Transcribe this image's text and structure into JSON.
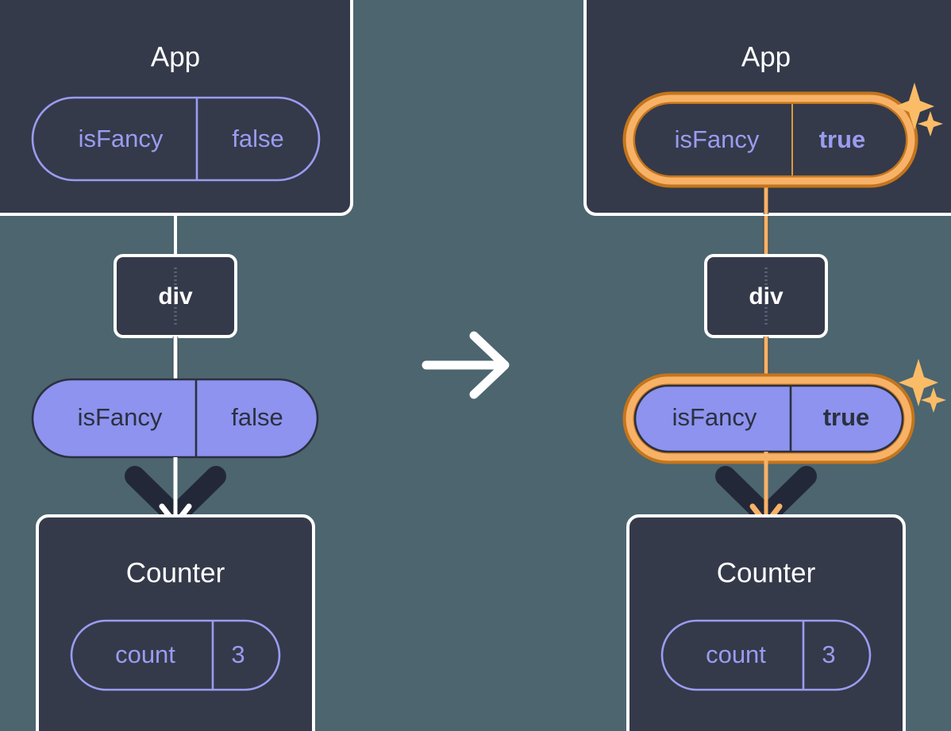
{
  "diagram": {
    "title": "React state update propagation: isFancy false to true",
    "type": "component-tree-transition",
    "background_color": "#4c656f",
    "palette": {
      "box_fill": "#343a4a",
      "box_border": "#ffffff",
      "pill_outline_stroke": "#9a9cf0",
      "pill_filled_fill": "#8d93ee",
      "pill_filled_text": "#2b3040",
      "highlight_outer": "#c4751c",
      "highlight_inner": "#f7b267",
      "sparkle": "#fbbc67",
      "edge_dark": "#232838",
      "edge_white": "#ffffff"
    },
    "transition_icon": "arrow-right-icon"
  },
  "left": {
    "app": {
      "title": "App",
      "state_pill": {
        "key": "isFancy",
        "value": "false",
        "style": "outline",
        "highlighted": false,
        "bold_value": false
      }
    },
    "div": {
      "label": "div"
    },
    "prop_pill": {
      "key": "isFancy",
      "value": "false",
      "style": "filled",
      "highlighted": false,
      "bold_value": false
    },
    "counter": {
      "title": "Counter",
      "state_pill": {
        "key": "count",
        "value": "3",
        "style": "outline",
        "highlighted": false,
        "bold_value": false
      }
    }
  },
  "right": {
    "app": {
      "title": "App",
      "state_pill": {
        "key": "isFancy",
        "value": "true",
        "style": "outline",
        "highlighted": true,
        "bold_value": true
      },
      "sparkle_icon": "sparkles-icon"
    },
    "div": {
      "label": "div"
    },
    "prop_pill": {
      "key": "isFancy",
      "value": "true",
      "style": "filled",
      "highlighted": true,
      "bold_value": true,
      "sparkle_icon": "sparkles-icon"
    },
    "counter": {
      "title": "Counter",
      "state_pill": {
        "key": "count",
        "value": "3",
        "style": "outline",
        "highlighted": false,
        "bold_value": false
      }
    }
  }
}
